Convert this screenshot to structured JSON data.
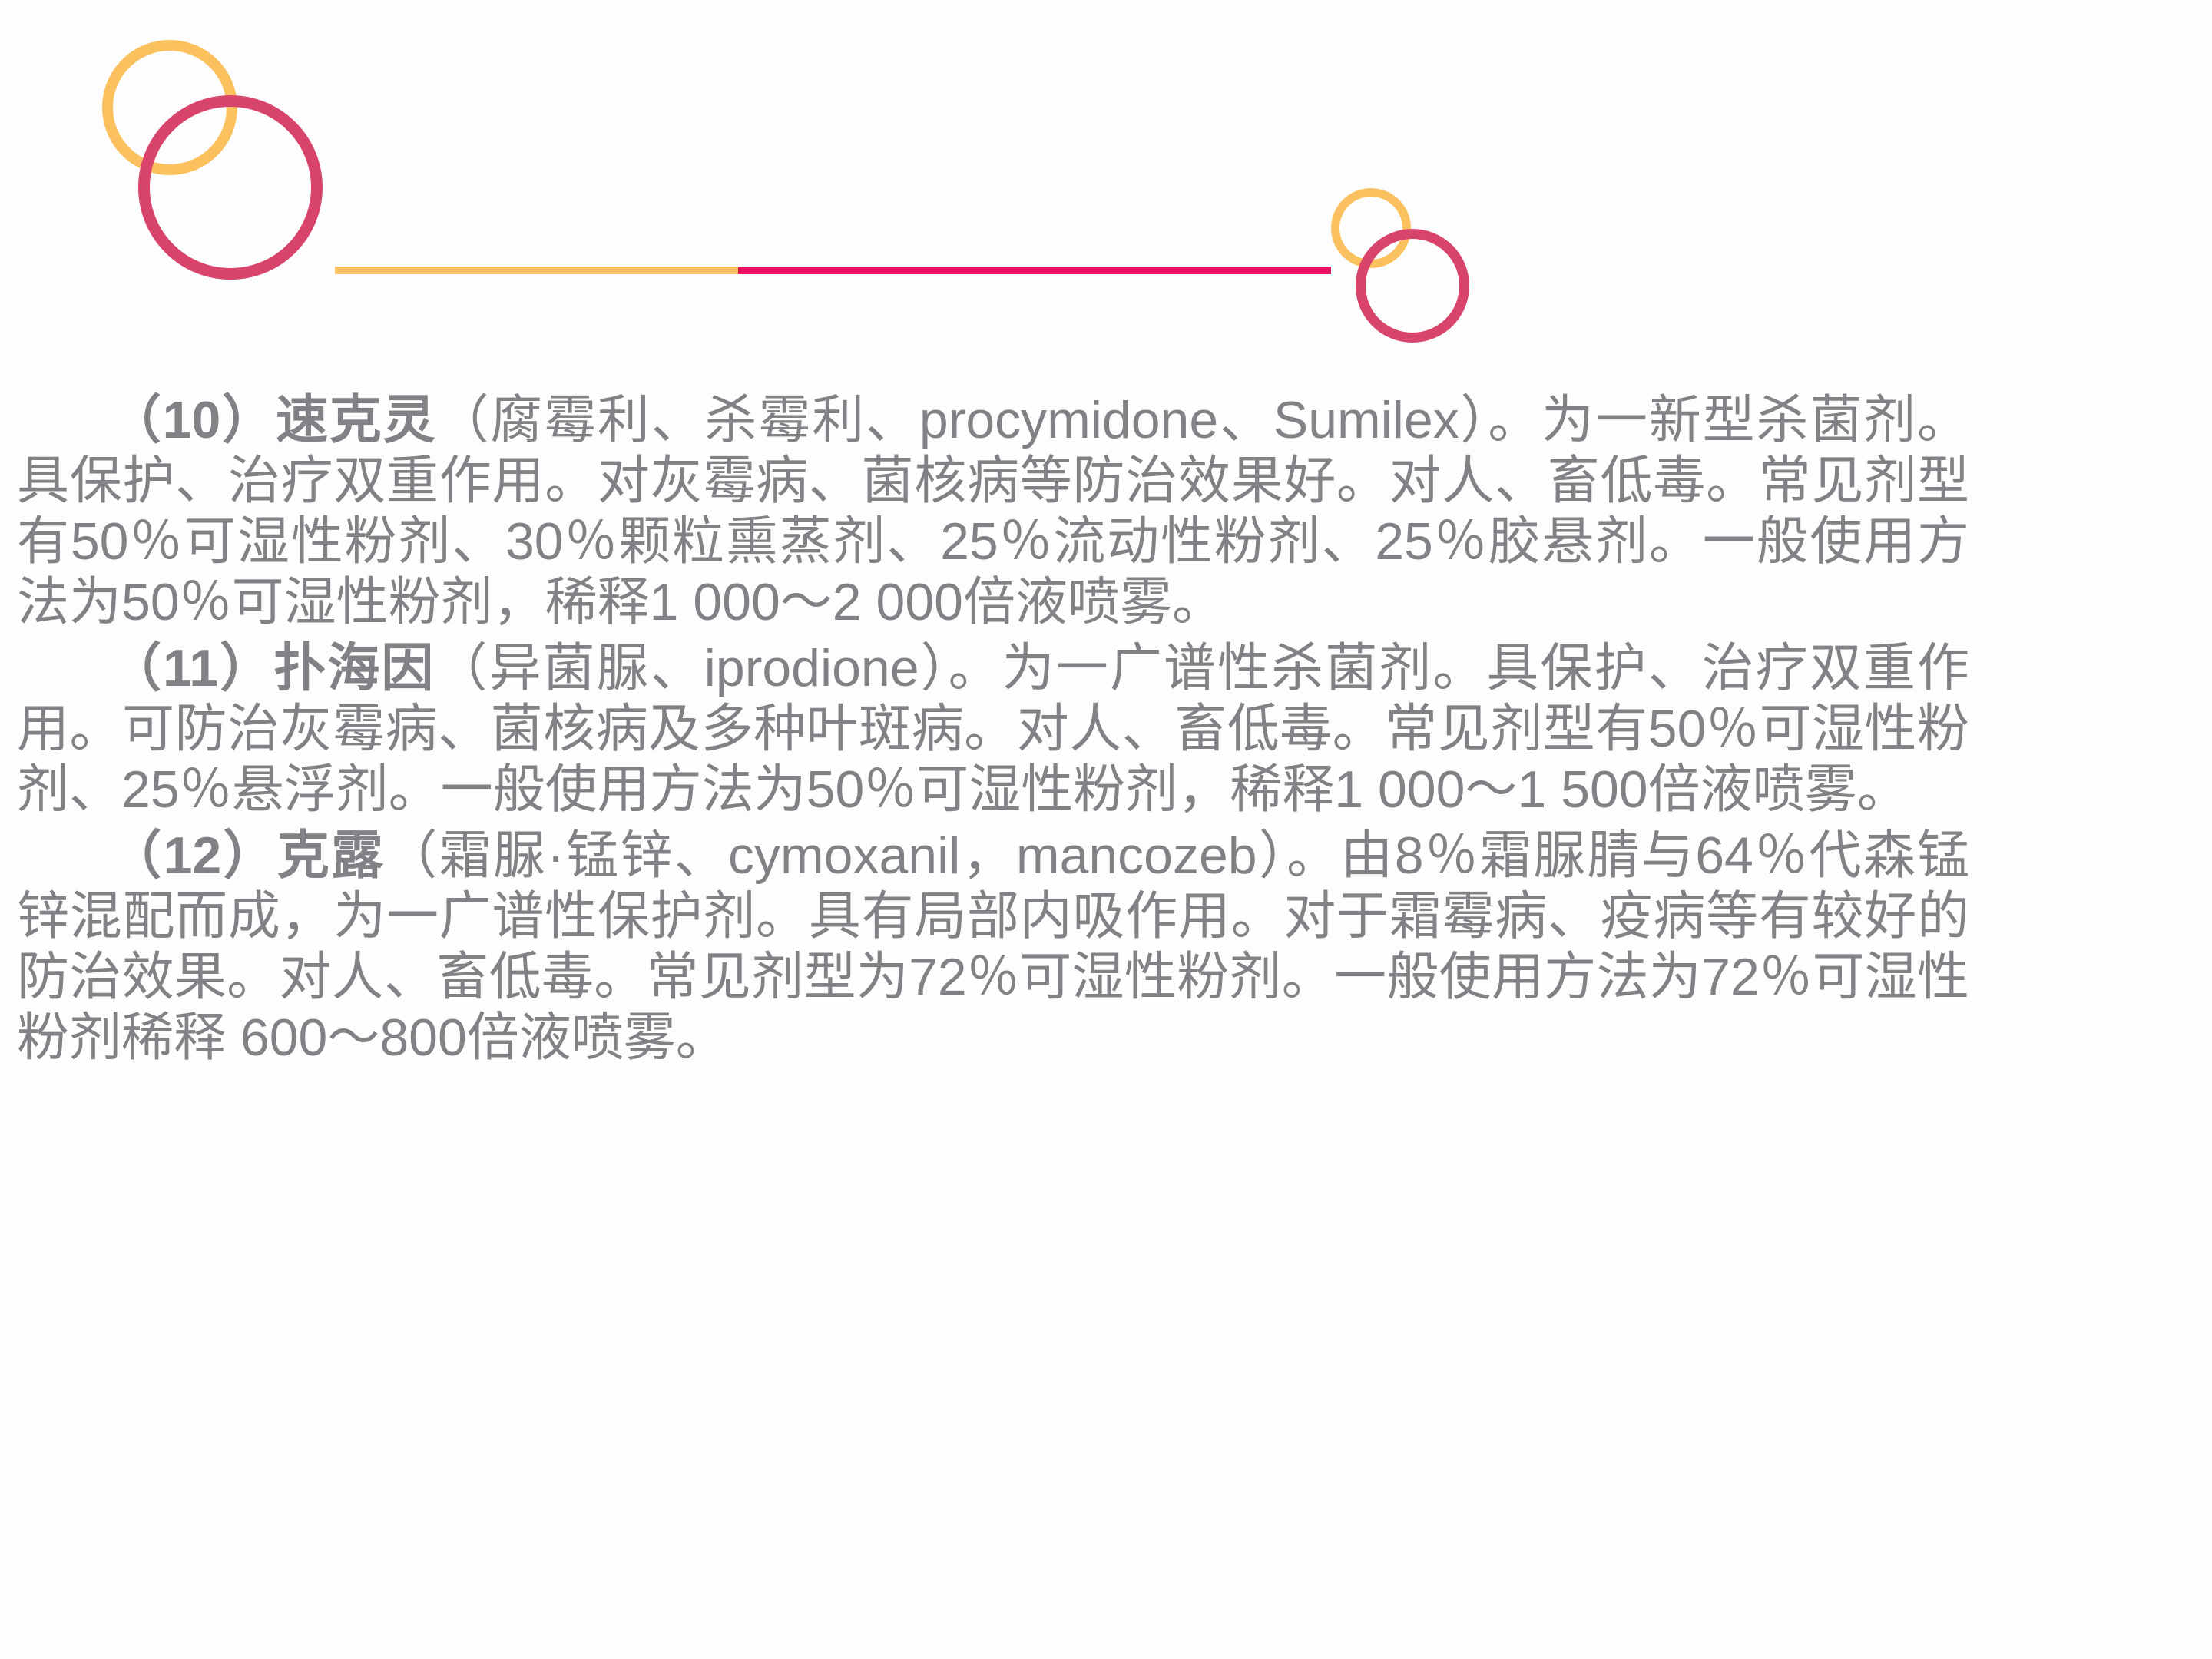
{
  "slide": {
    "background_color": "#fdfdfd",
    "text_color": "#808285"
  },
  "ornament": {
    "colors": {
      "yellow": "#fbc15e",
      "pink": "#d8446c",
      "magenta": "#ee0f63"
    },
    "rings": [
      {
        "name": "left-yellow-ring",
        "color": "#fbc15e"
      },
      {
        "name": "left-pink-ring",
        "color": "#d8446c"
      },
      {
        "name": "right-yellow-ring",
        "color": "#fbc15e"
      },
      {
        "name": "right-pink-ring",
        "color": "#d8446c"
      }
    ],
    "rule": {
      "left_segment_color": "#fbc15e",
      "right_segment_color": "#ee0f63"
    }
  },
  "content": {
    "paragraphs": [
      {
        "number": "（10）",
        "name": "速克灵",
        "body": "（腐霉利、杀霉利、procymidone、Sumilex）。为一新型杀菌剂。具保护、治疗双重作用。对灰霉病、菌核病等防治效果好。对人、畜低毒。常见剂型有50％可湿性粉剂、30％颗粒熏蒸剂、25％流动性粉剂、25％胶悬剂。一般使用方法为50％可湿性粉剂，稀释1 000～2 000倍液喷雾。",
        "full_text": "（10）速克灵（腐霉利、杀霉利、procymidone、Sumilex）。为一新型杀菌剂。具保护、治疗双重作用。对灰霉病、菌核病等防治效果好。对人、畜低毒。常见剂型有50％可湿性粉剂、30％颗粒熏蒸剂、25％流动性粉剂、25％胶悬剂。一般使用方法为50％可湿性粉剂，稀释1 000～2 000倍液喷雾。"
      },
      {
        "number": "（11）",
        "name": "扑海因",
        "body": "（异菌脲、iprodione）。为一广谱性杀菌剂。具保护、治疗双重作用。可防治灰霉病、菌核病及多种叶斑病。对人、畜低毒。常见剂型有50％可湿性粉剂、25％悬浮剂。一般使用方法为50％可湿性粉剂，稀释1 000～1 500倍液喷雾。",
        "full_text": "（11）扑海因（异菌脲、iprodione）。为一广谱性杀菌剂。具保护、治疗双重作用。可防治灰霉病、菌核病及多种叶斑病。对人、畜低毒。常见剂型有50％可湿性粉剂、25％悬浮剂。一般使用方法为50％可湿性粉剂，稀释1 000～1 500倍液喷雾。"
      },
      {
        "number": "（12）",
        "name": "克露",
        "body": "（霜脲·锰锌、cymoxanil，mancozeb）。由8％霜脲腈与64％代森锰锌混配而成，为一广谱性保护剂。具有局部内吸作用。对于霜霉病、疫病等有较好的防治效果。对人、畜低毒。常见剂型为72％可湿性粉剂。一般使用方法为72％可湿性粉剂稀释 600～800倍液喷雾。",
        "full_text": "（12）克露（霜脲·锰锌、cymoxanil，mancozeb）。由8％霜脲腈与64％代森锰锌混配而成，为一广谱性保护剂。具有局部内吸作用。对于霜霉病、疫病等有较好的防治效果。对人、畜低毒。常见剂型为72％可湿性粉剂。一般使用方法为72％可湿性粉剂稀释 600～800倍液喷雾。"
      }
    ]
  }
}
